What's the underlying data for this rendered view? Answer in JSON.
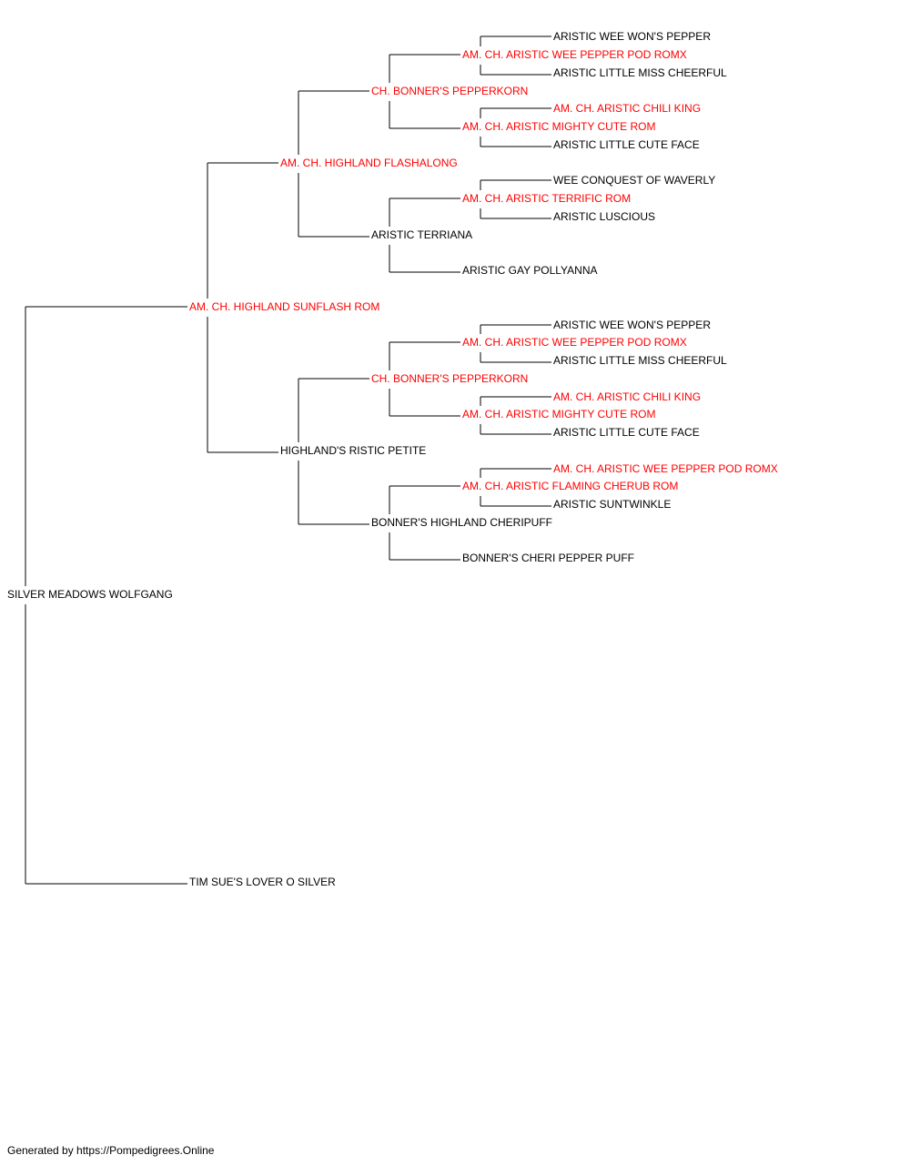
{
  "colors": {
    "champion": "#ff0000",
    "normal": "#000000",
    "line": "#000000"
  },
  "pedigree": {
    "name": "SILVER MEADOWS WOLFGANG",
    "champion": false,
    "sire": {
      "name": "AM. CH. HIGHLAND SUNFLASH ROM",
      "champion": true,
      "sire": {
        "name": "AM. CH. HIGHLAND FLASHALONG",
        "champion": true,
        "sire": {
          "name": "CH. BONNER'S PEPPERKORN",
          "champion": true,
          "sire": {
            "name": "AM. CH. ARISTIC WEE PEPPER POD ROMX",
            "champion": true,
            "sire": {
              "name": "ARISTIC WEE WON'S PEPPER",
              "champion": false
            },
            "dam": {
              "name": "ARISTIC LITTLE MISS CHEERFUL",
              "champion": false
            }
          },
          "dam": {
            "name": "AM. CH. ARISTIC MIGHTY CUTE ROM",
            "champion": true,
            "sire": {
              "name": "AM. CH. ARISTIC CHILI KING",
              "champion": true
            },
            "dam": {
              "name": "ARISTIC LITTLE CUTE FACE",
              "champion": false
            }
          }
        },
        "dam": {
          "name": "ARISTIC TERRIANA",
          "champion": false,
          "sire": {
            "name": "AM. CH. ARISTIC TERRIFIC ROM",
            "champion": true,
            "sire": {
              "name": "WEE CONQUEST OF WAVERLY",
              "champion": false
            },
            "dam": {
              "name": "ARISTIC LUSCIOUS",
              "champion": false
            }
          },
          "dam": {
            "name": "ARISTIC GAY POLLYANNA",
            "champion": false
          }
        }
      },
      "dam": {
        "name": "HIGHLAND'S RISTIC PETITE",
        "champion": false,
        "sire": {
          "name": "CH. BONNER'S PEPPERKORN",
          "champion": true,
          "sire": {
            "name": "AM. CH. ARISTIC WEE PEPPER POD ROMX",
            "champion": true,
            "sire": {
              "name": "ARISTIC WEE WON'S PEPPER",
              "champion": false
            },
            "dam": {
              "name": "ARISTIC LITTLE MISS CHEERFUL",
              "champion": false
            }
          },
          "dam": {
            "name": "AM. CH. ARISTIC MIGHTY CUTE ROM",
            "champion": true,
            "sire": {
              "name": "AM. CH. ARISTIC CHILI KING",
              "champion": true
            },
            "dam": {
              "name": "ARISTIC LITTLE CUTE FACE",
              "champion": false
            }
          }
        },
        "dam": {
          "name": "BONNER'S HIGHLAND CHERIPUFF",
          "champion": false,
          "sire": {
            "name": "AM. CH. ARISTIC FLAMING CHERUB ROM",
            "champion": true,
            "sire": {
              "name": "AM. CH. ARISTIC WEE PEPPER POD ROMX",
              "champion": true
            },
            "dam": {
              "name": "ARISTIC SUNTWINKLE",
              "champion": false
            }
          },
          "dam": {
            "name": "BONNER'S CHERI PEPPER PUFF",
            "champion": false
          }
        }
      }
    },
    "dam": {
      "name": "TIM SUE'S LOVER O SILVER",
      "champion": false
    }
  },
  "footer": "Generated by https://Pompedigrees.Online"
}
